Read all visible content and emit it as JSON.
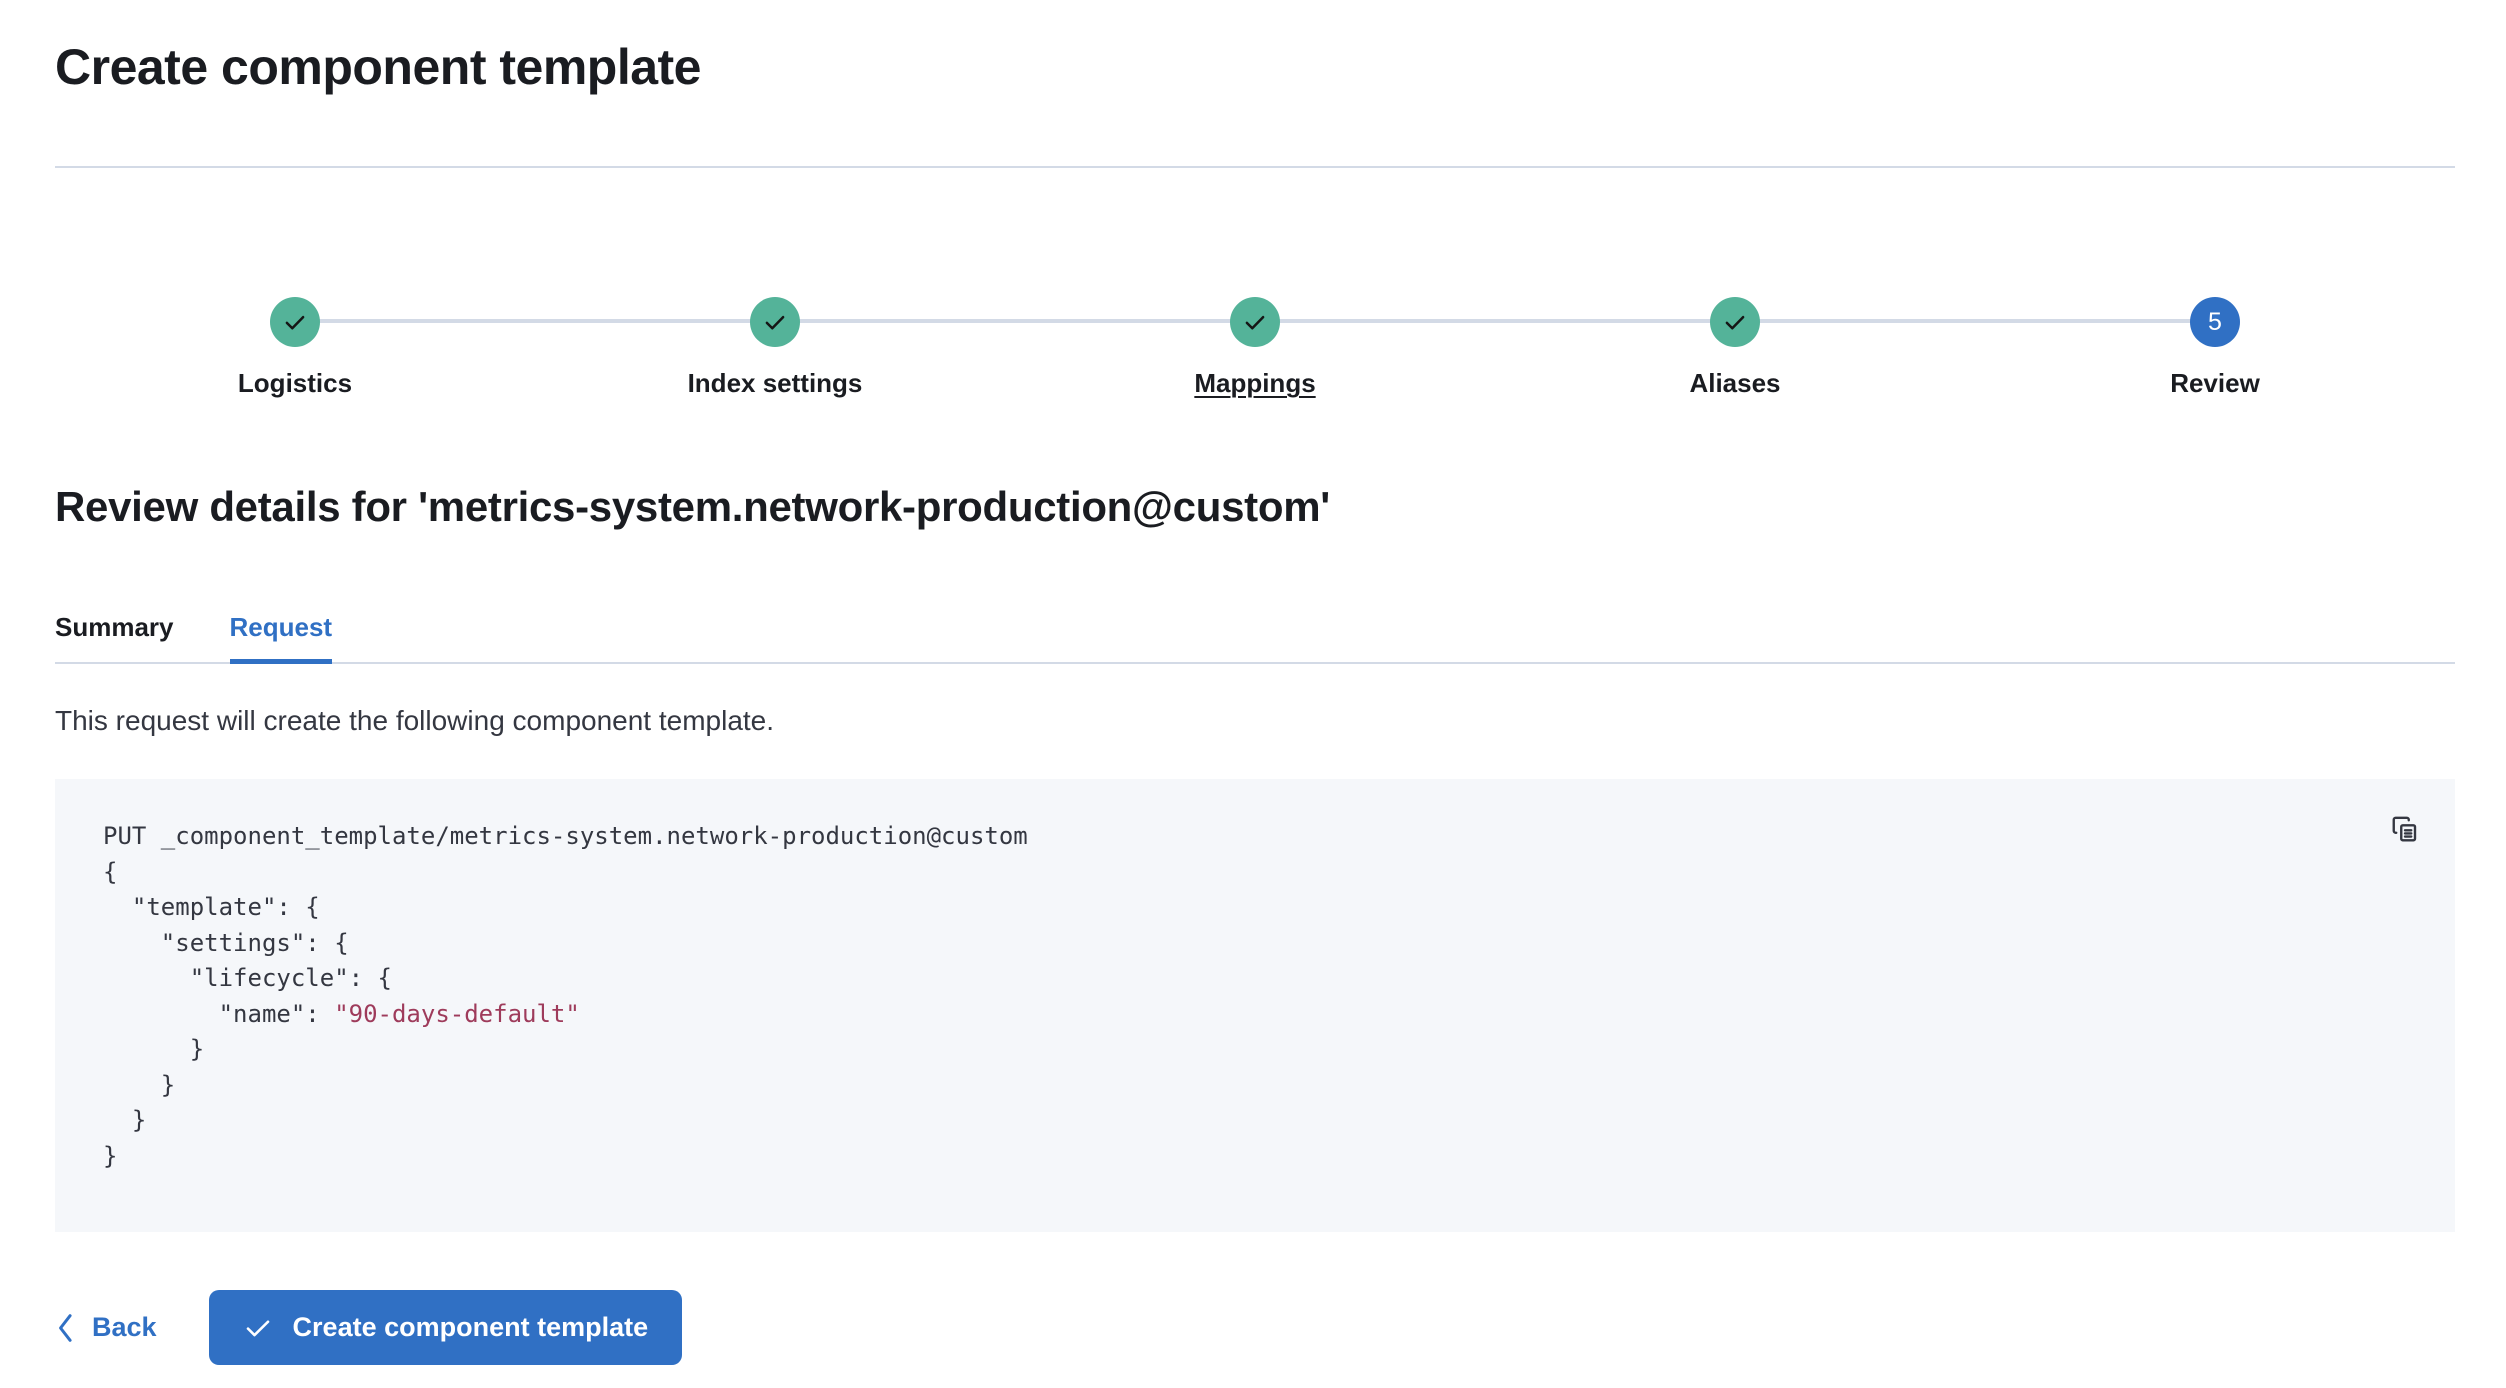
{
  "header": {
    "title": "Create component template"
  },
  "stepper": {
    "steps": [
      {
        "label": "Logistics",
        "state": "complete",
        "icon": "check-icon",
        "number": "1",
        "hovered": false
      },
      {
        "label": "Index settings",
        "state": "complete",
        "icon": "check-icon",
        "number": "2",
        "hovered": false
      },
      {
        "label": "Mappings",
        "state": "complete",
        "icon": "check-icon",
        "number": "3",
        "hovered": true
      },
      {
        "label": "Aliases",
        "state": "complete",
        "icon": "check-icon",
        "number": "4",
        "hovered": false
      },
      {
        "label": "Review",
        "state": "current",
        "icon": "",
        "number": "5",
        "hovered": false
      }
    ],
    "complete_color": "#54B399",
    "current_color": "#3070C4",
    "connector_color": "#D3DAE6"
  },
  "review": {
    "heading": "Review details for 'metrics-system.network-production@custom'",
    "tabs": [
      {
        "label": "Summary",
        "active": false
      },
      {
        "label": "Request",
        "active": true
      }
    ],
    "description": "This request will create the following component template."
  },
  "code": {
    "copy_icon": "copy-icon",
    "lines": [
      {
        "text": "PUT _component_template/metrics-system.network-production@custom"
      },
      {
        "text": "{"
      },
      {
        "text": "  \"template\": {"
      },
      {
        "text": "    \"settings\": {"
      },
      {
        "text": "      \"lifecycle\": {"
      },
      {
        "prefix": "        \"name\": ",
        "string": "\"90-days-default\""
      },
      {
        "text": "      }"
      },
      {
        "text": "    }"
      },
      {
        "text": "  }"
      },
      {
        "text": "}"
      }
    ],
    "string_color": "#9E3B5B",
    "background": "#F5F7FA"
  },
  "actions": {
    "back_label": "Back",
    "back_icon": "chevron-left-icon",
    "submit_label": "Create component template",
    "submit_icon": "check-icon",
    "submit_color": "#3070C4"
  }
}
